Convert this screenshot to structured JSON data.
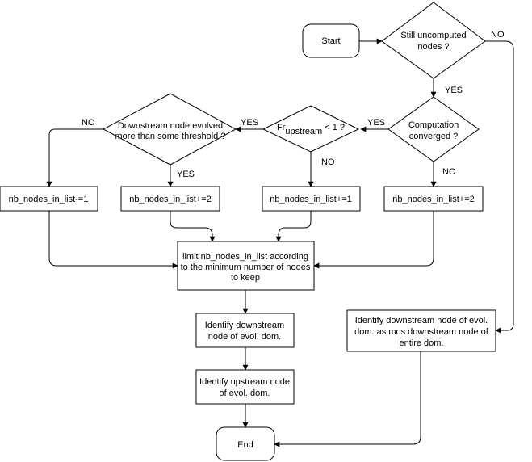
{
  "nodes": {
    "start": "Start",
    "still_uncomputed": [
      "Still uncomputed",
      "nodes ?"
    ],
    "computation_converged": [
      "Computation",
      "converged ?"
    ],
    "fr_upstream": {
      "main": "Fr",
      "sub": "upstream",
      "rest": " < 1 ?"
    },
    "downstream_evolved": [
      "Downstream node evolved",
      "more than some threshold ?"
    ],
    "nb_minus1": "nb_nodes_in_list-=1",
    "nb_plus2_left": "nb_nodes_in_list+=2",
    "nb_plus1": "nb_nodes_in_list+=1",
    "nb_plus2_right": "nb_nodes_in_list+=2",
    "limit_nb": [
      "limit nb_nodes_in_list according",
      "to the minimum number of nodes",
      "to keep"
    ],
    "identify_downstream": [
      "Identify downstream",
      "node of evol. dom."
    ],
    "identify_upstream": [
      "Identify upstream node",
      "of evol. dom."
    ],
    "identify_entire": [
      "Identify downstream node of evol.",
      "dom. as mos downstream node of",
      "entire dom."
    ],
    "end": "End"
  },
  "edge_labels": {
    "still_no": "NO",
    "still_yes": "YES",
    "converged_yes": "YES",
    "converged_no": "NO",
    "fr_yes": "YES",
    "fr_no": "NO",
    "downstream_no": "NO",
    "downstream_yes": "YES"
  }
}
